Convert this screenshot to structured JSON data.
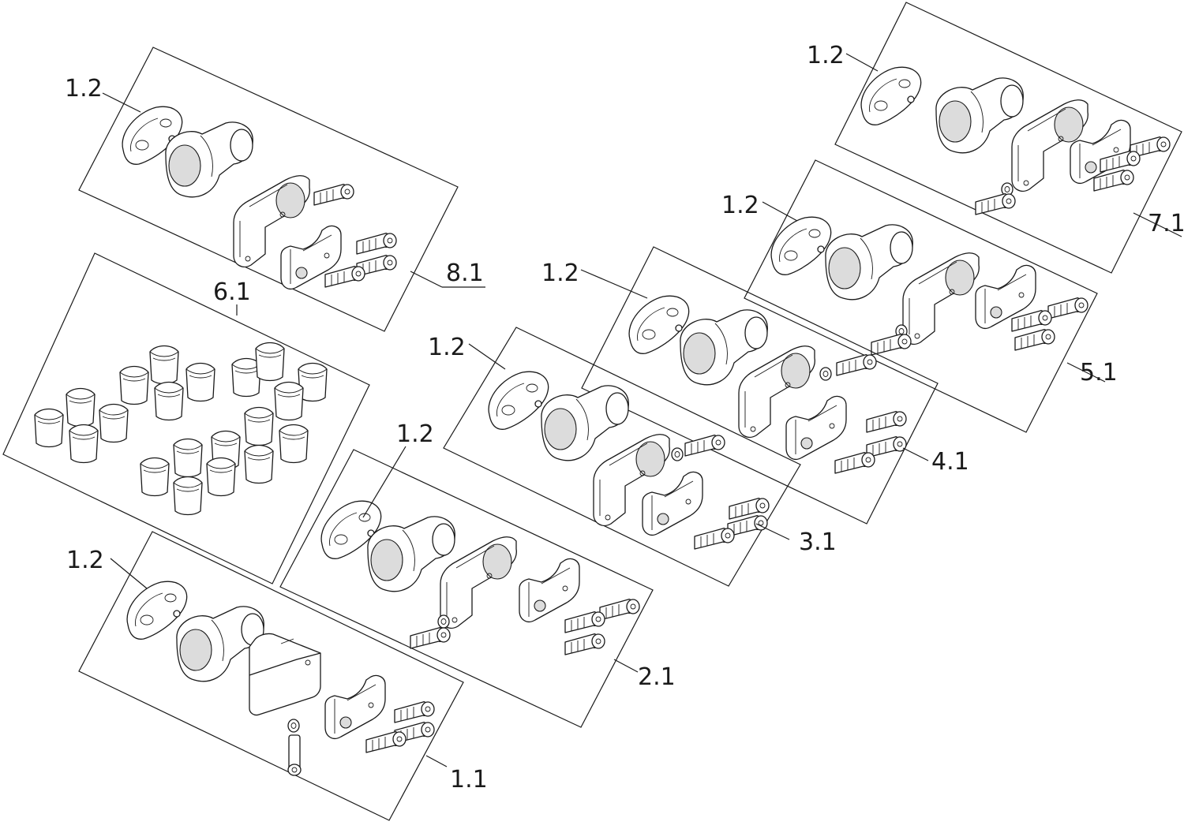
{
  "diagram": {
    "background": "#ffffff",
    "line_color": "#1a1a1a",
    "groups": [
      {
        "id": "8.1",
        "label": "8.1",
        "part_label": "1.2"
      },
      {
        "id": "7.1",
        "label": "7.1",
        "part_label": "1.2"
      },
      {
        "id": "6.1",
        "label": "6.1"
      },
      {
        "id": "5.1",
        "label": "5.1",
        "part_label": "1.2"
      },
      {
        "id": "4.1",
        "label": "4.1",
        "part_label": "1.2"
      },
      {
        "id": "3.1",
        "label": "3.1",
        "part_label": "1.2"
      },
      {
        "id": "2.1",
        "label": "2.1",
        "part_label": "1.2"
      },
      {
        "id": "1.1",
        "label": "1.1",
        "part_label": "1.2"
      }
    ]
  }
}
